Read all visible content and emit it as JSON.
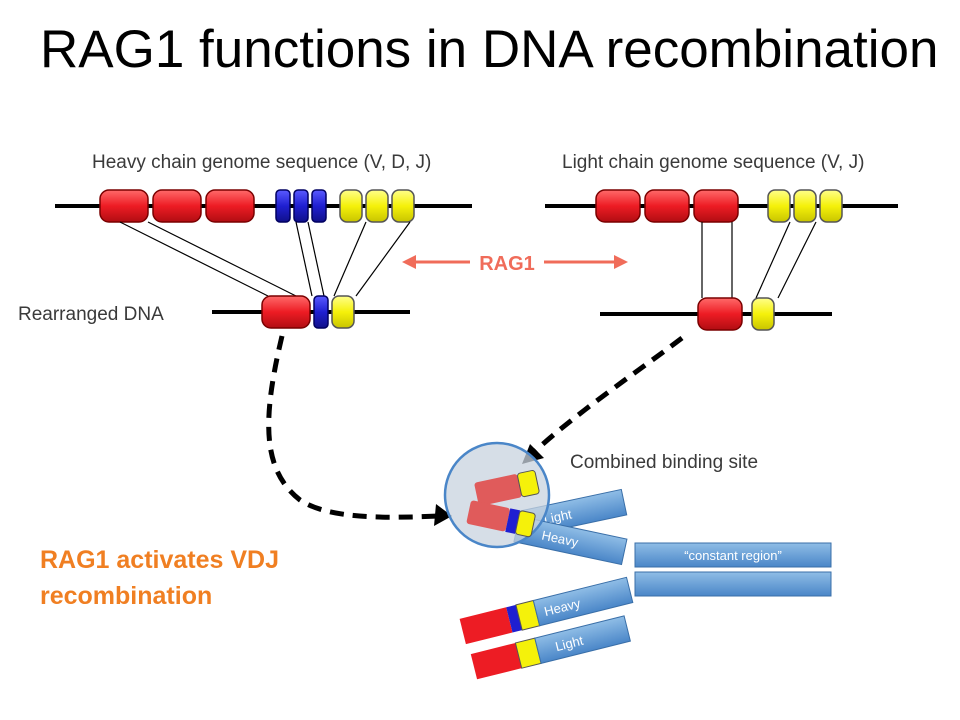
{
  "slide": {
    "title": "RAG1 functions in DNA recombination",
    "callout": "RAG1 activates VDJ recombination",
    "callout_color": "#f07f22"
  },
  "diagram": {
    "heavy_chain_label": "Heavy chain genome sequence (V, D, J)",
    "light_chain_label": "Light chain genome sequence (V, J)",
    "rearranged_label": "Rearranged DNA",
    "rag1_label": "RAG1",
    "combined_site_label": "Combined binding site",
    "constant_region_label": "“constant region”",
    "light_label": "Light",
    "heavy_label": "Heavy",
    "colors": {
      "v_segment": "#ed1c24",
      "d_segment": "#1f1fd1",
      "j_segment": "#f5f10a",
      "rag1_arrow": "#f06c5a",
      "chain_box": "#5b9bd5",
      "label_text": "#3a3a3a"
    }
  }
}
